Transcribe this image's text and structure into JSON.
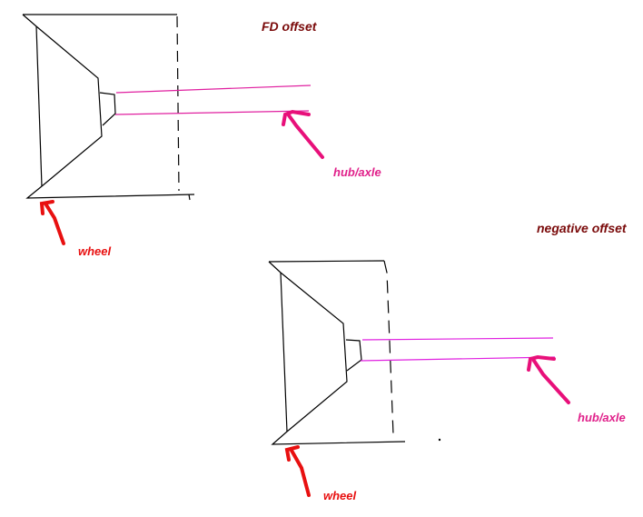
{
  "diagrams": [
    {
      "title": "FD offset",
      "hub_label": "hub/axle",
      "wheel_label": "wheel"
    },
    {
      "title": "negative offset",
      "hub_label": "hub/axle",
      "wheel_label": "wheel"
    }
  ],
  "colors": {
    "outline": "#000000",
    "hub": "#e020a0",
    "hub_arrow": "#e8107a",
    "wheel_arrow": "#e81010",
    "title": "#7a0a0a"
  }
}
